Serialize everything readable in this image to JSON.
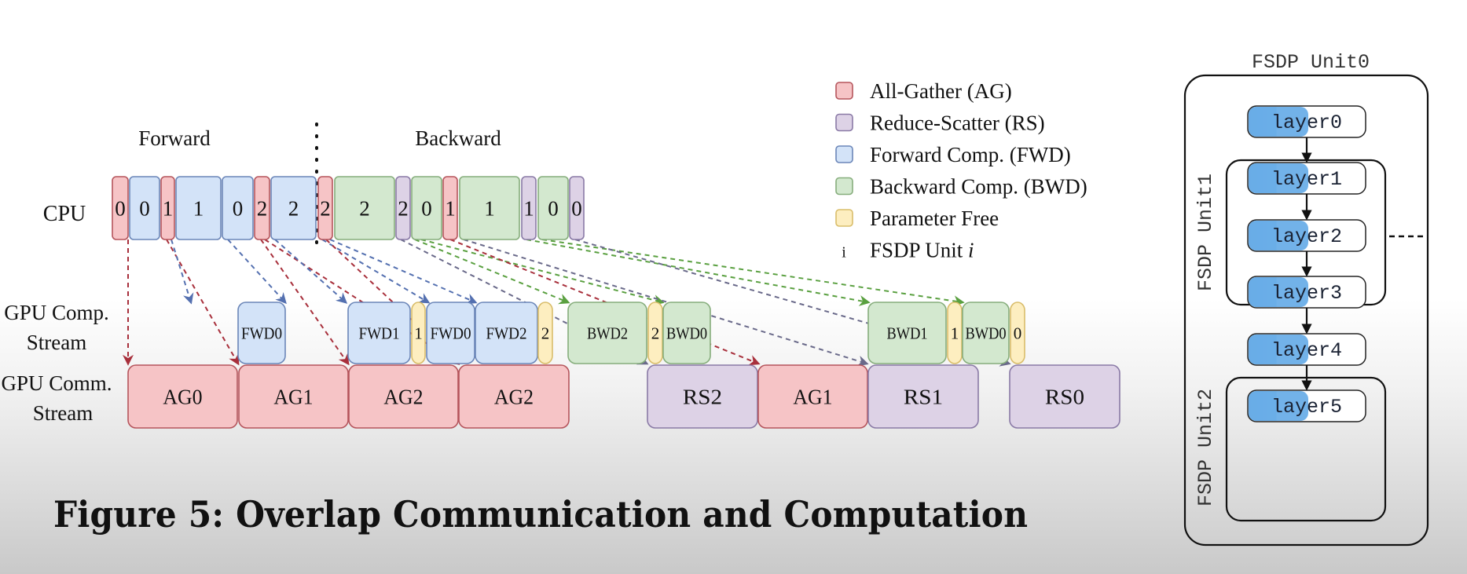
{
  "figure": {
    "caption": "Figure 5: Overlap Communication and Computation",
    "phase_labels": {
      "forward": "Forward",
      "backward": "Backward"
    },
    "row_labels": {
      "cpu": "CPU",
      "gpu_comp": [
        "GPU Comp.",
        "Stream"
      ],
      "gpu_comm": [
        "GPU Comm.",
        "Stream"
      ]
    },
    "colors": {
      "AG": {
        "fill": "#f6c4c6",
        "stroke": "#b5555c"
      },
      "RS": {
        "fill": "#ddd2e6",
        "stroke": "#8a7aa6"
      },
      "FWD": {
        "fill": "#d3e3f8",
        "stroke": "#6b86b8"
      },
      "BWD": {
        "fill": "#d3e8cf",
        "stroke": "#86ad7c"
      },
      "FREE": {
        "fill": "#fdeec0",
        "stroke": "#d9bd6a"
      },
      "arrow_AG": "#a8303c",
      "arrow_FWD": "#5470b0",
      "arrow_BWD": "#5aa040",
      "arrow_RS": "#6a6a8a"
    },
    "cpu_blocks": [
      {
        "type": "AG",
        "label": "0"
      },
      {
        "type": "FWD",
        "label": "0"
      },
      {
        "type": "AG",
        "label": "1"
      },
      {
        "type": "FWD",
        "label": "1"
      },
      {
        "type": "FWD",
        "label": "0"
      },
      {
        "type": "AG",
        "label": "2"
      },
      {
        "type": "FWD",
        "label": "2"
      },
      {
        "type": "AG",
        "label": "2"
      },
      {
        "type": "BWD",
        "label": "2"
      },
      {
        "type": "RS",
        "label": "2"
      },
      {
        "type": "BWD",
        "label": "0"
      },
      {
        "type": "AG",
        "label": "1"
      },
      {
        "type": "BWD",
        "label": "1"
      },
      {
        "type": "RS",
        "label": "1"
      },
      {
        "type": "BWD",
        "label": "0"
      },
      {
        "type": "RS",
        "label": "0"
      }
    ],
    "gpu_comp_blocks": [
      {
        "type": "FWD",
        "label": "FWD0"
      },
      {
        "type": "FWD",
        "label": "FWD1"
      },
      {
        "type": "FREE",
        "label": "1"
      },
      {
        "type": "FWD",
        "label": "FWD0"
      },
      {
        "type": "FWD",
        "label": "FWD2"
      },
      {
        "type": "FREE",
        "label": "2"
      },
      {
        "type": "BWD",
        "label": "BWD2"
      },
      {
        "type": "FREE",
        "label": "2"
      },
      {
        "type": "BWD",
        "label": "BWD0"
      },
      {
        "type": "BWD",
        "label": "BWD1"
      },
      {
        "type": "FREE",
        "label": "1"
      },
      {
        "type": "BWD",
        "label": "BWD0"
      },
      {
        "type": "FREE",
        "label": "0"
      }
    ],
    "gpu_comm_blocks": [
      {
        "type": "AG",
        "label": "AG0"
      },
      {
        "type": "AG",
        "label": "AG1"
      },
      {
        "type": "AG",
        "label": "AG2"
      },
      {
        "type": "AG",
        "label": "AG2"
      },
      {
        "type": "RS",
        "label": "RS2"
      },
      {
        "type": "AG",
        "label": "AG1"
      },
      {
        "type": "RS",
        "label": "RS1"
      },
      {
        "type": "RS",
        "label": "RS0"
      }
    ],
    "legend": [
      {
        "type": "AG",
        "label": "All-Gather (AG)"
      },
      {
        "type": "RS",
        "label": "Reduce-Scatter (RS)"
      },
      {
        "type": "FWD",
        "label": "Forward Comp. (FWD)"
      },
      {
        "type": "BWD",
        "label": "Backward Comp. (BWD)"
      },
      {
        "type": "FREE",
        "label": "Parameter Free"
      },
      {
        "type": "UNIT",
        "symbol": "i",
        "label": "FSDP Unit ",
        "label_italic": "i"
      }
    ]
  },
  "fsdp_panel": {
    "title": "FSDP Unit0",
    "units": [
      "FSDP Unit1",
      "FSDP Unit2"
    ],
    "layers": [
      "layer0",
      "layer1",
      "layer2",
      "layer3",
      "layer4",
      "layer5"
    ],
    "layer_fill": "#6aaee8",
    "layer_fill_dark": "#4a90d6"
  }
}
